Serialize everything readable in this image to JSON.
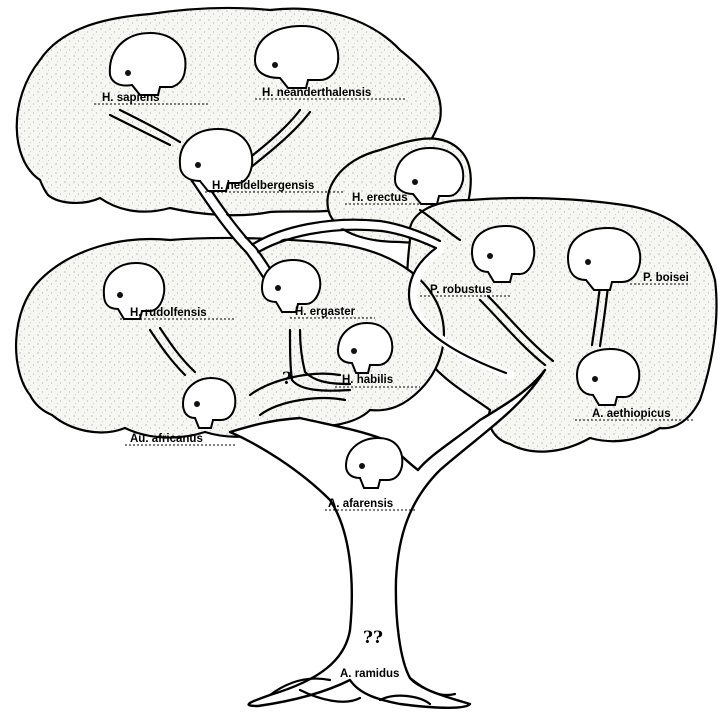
{
  "taxa": {
    "h_sapiens": "H. sapiens",
    "h_neanderthalensis": "H. neanderthalensis",
    "h_heidelbergensis": "H. heidelbergensis",
    "h_erectus": "H. erectus",
    "h_rudolfensis": "H. rudolfensis",
    "h_ergaster": "H. ergaster",
    "h_habilis": "H. habilis",
    "au_africanus": "Au. africanus",
    "a_afarensis": "A. afarensis",
    "a_ramidus": "A. ramidus",
    "p_robustus": "P. robustus",
    "p_boisei": "P. boisei",
    "a_aethiopicus": "A. aethiopicus"
  },
  "marks": {
    "uncertain_ergaster": "?",
    "uncertain_root": "??"
  },
  "colors": {
    "line": "#000000",
    "canopy": "#f4f4f0",
    "background": "#ffffff"
  }
}
